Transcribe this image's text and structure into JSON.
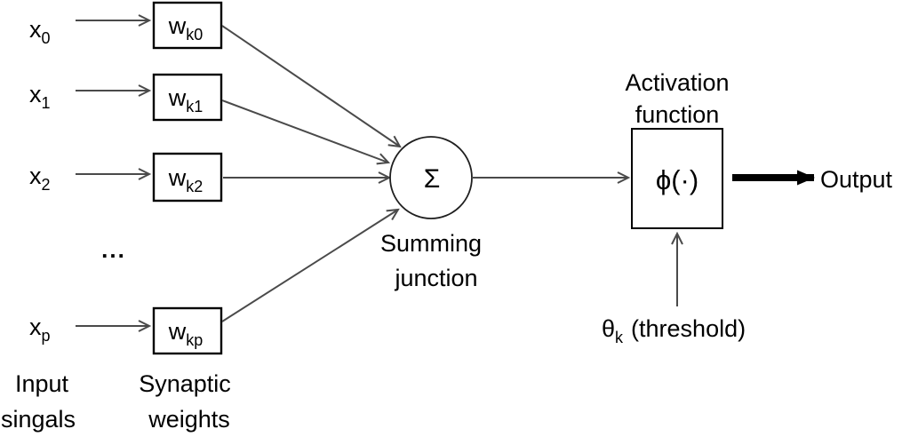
{
  "inputs": [
    {
      "base": "x",
      "sub": "0"
    },
    {
      "base": "x",
      "sub": "1"
    },
    {
      "base": "x",
      "sub": "2"
    },
    {
      "base": "x",
      "sub": "p"
    }
  ],
  "ellipsis": "...",
  "weights": [
    {
      "base": "w",
      "sub": "k0"
    },
    {
      "base": "w",
      "sub": "k1"
    },
    {
      "base": "w",
      "sub": "k2"
    },
    {
      "base": "w",
      "sub": "kp"
    }
  ],
  "summing": {
    "symbol": "Σ",
    "label_line1": "Summing",
    "label_line2": "junction"
  },
  "activation": {
    "label_line1": "Activation",
    "label_line2": "function",
    "symbol": "ϕ(·)"
  },
  "threshold": {
    "base": "θ",
    "sub": "k",
    "rest": "(threshold)"
  },
  "output_label": "Output",
  "captions": {
    "input_line1": "Input",
    "input_line2": "singals",
    "weights_line1": "Synaptic",
    "weights_line2": "weights"
  },
  "colors": {
    "line": "#4a4a4a",
    "shape_border": "#000000",
    "text": "#000000",
    "background": "#ffffff"
  }
}
